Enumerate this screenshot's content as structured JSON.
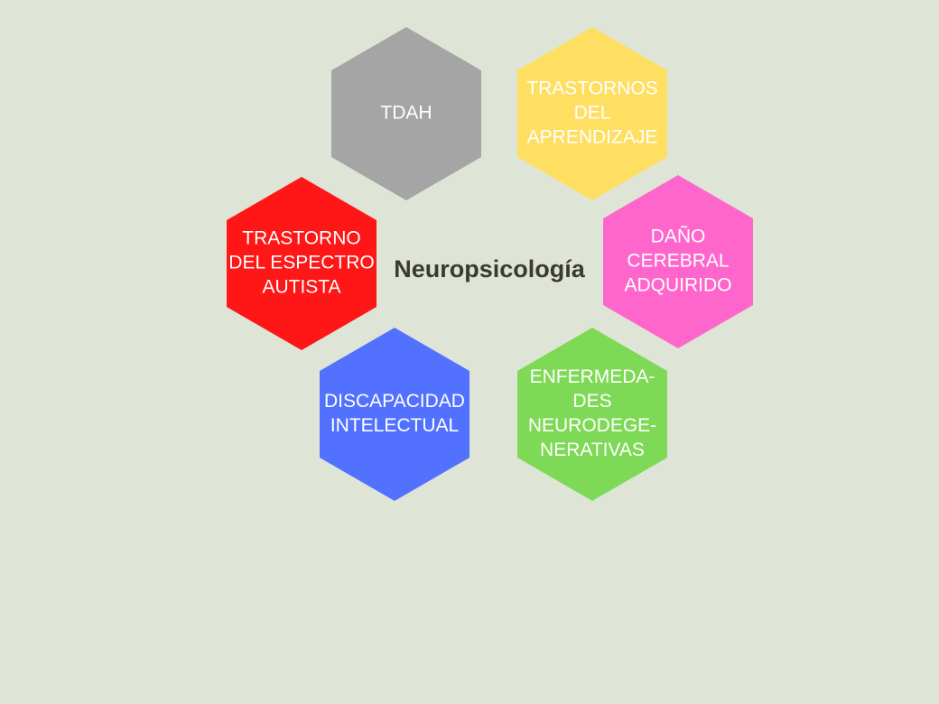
{
  "diagram": {
    "center_title": "Neuropsicología",
    "nodes": [
      {
        "id": "tdah",
        "lines": [
          "TDAH"
        ],
        "color": "#a5a5a5"
      },
      {
        "id": "aprendizaje",
        "lines": [
          "TRASTORNOS",
          "DEL",
          "APRENDIZAJE"
        ],
        "color": "#ffdf62"
      },
      {
        "id": "dano-cerebral",
        "lines": [
          "DAÑO",
          "CEREBRAL",
          "ADQUIRIDO"
        ],
        "color": "#ff66cc"
      },
      {
        "id": "neurodegenerativas",
        "lines": [
          "ENFERMEDA-",
          "DES",
          "NEURODEGE-",
          "NERATIVAS"
        ],
        "color": "#7ed957"
      },
      {
        "id": "discapacidad",
        "lines": [
          "DISCAPACIDAD",
          "INTELECTUAL"
        ],
        "color": "#5271ff"
      },
      {
        "id": "autismo",
        "lines": [
          "TRASTORNO",
          "DEL ESPECTRO",
          "AUTISTA"
        ],
        "color": "#ff1616"
      }
    ]
  }
}
